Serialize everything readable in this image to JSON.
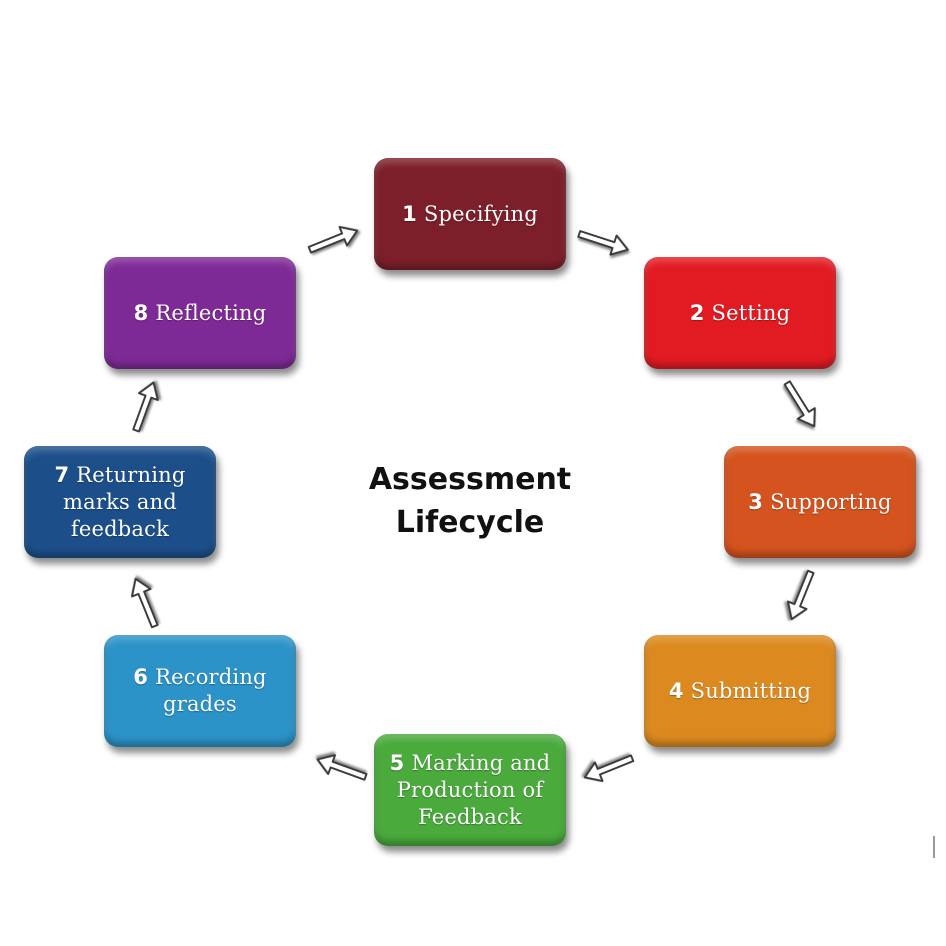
{
  "title": {
    "line1": "Assessment",
    "line2": "Lifecycle"
  },
  "stages": [
    {
      "number": "1",
      "label": "Specifying",
      "color": "#7d1f2a"
    },
    {
      "number": "2",
      "label": "Setting",
      "color": "#e21b22"
    },
    {
      "number": "3",
      "label": "Supporting",
      "color": "#d4531f"
    },
    {
      "number": "4",
      "label": "Submitting",
      "color": "#dc8a20"
    },
    {
      "number": "5",
      "label": "Marking and\nProduction of\nFeedback",
      "color": "#4aaa3c"
    },
    {
      "number": "6",
      "label": "Recording\ngrades",
      "color": "#2b93c8"
    },
    {
      "number": "7",
      "label": "Returning\nmarks and\nfeedback",
      "color": "#1c4f8a"
    },
    {
      "number": "8",
      "label": "Reflecting",
      "color": "#7e2a96"
    }
  ]
}
